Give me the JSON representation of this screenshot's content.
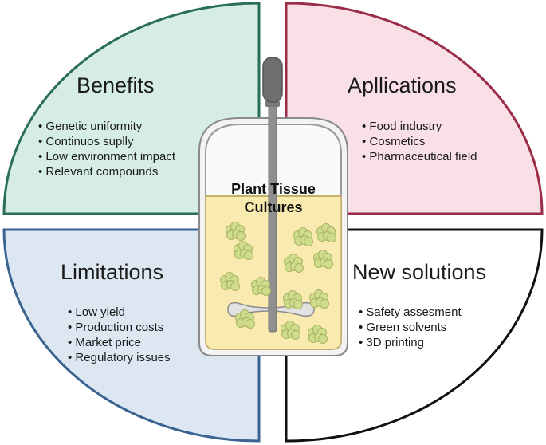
{
  "quadrants": {
    "benefits": {
      "title": "Benefits",
      "items": [
        "Genetic uniformity",
        "Continuos suplly",
        "Low environment impact",
        "Relevant compounds"
      ],
      "fill": "#d6ede6",
      "stroke": "#2a6e5a"
    },
    "applications": {
      "title": "Apllications",
      "items": [
        "Food industry",
        "Cosmetics",
        "Pharmaceutical field"
      ],
      "fill": "#f9e0e6",
      "stroke": "#9b2c48"
    },
    "limitations": {
      "title": "Limitations",
      "items": [
        "Low yield",
        "Production costs",
        "Market price",
        "Regulatory issues"
      ],
      "fill": "#dde7f2",
      "stroke": "#3a6391"
    },
    "new_solutions": {
      "title": "New solutions",
      "items": [
        "Safety assesment",
        "Green solvents",
        "3D printing"
      ],
      "fill": "#ffffff",
      "stroke": "#111111"
    }
  },
  "center": {
    "title_line1": "Plant Tissue",
    "title_line2": "Cultures",
    "medium_color": "#f9eab0",
    "callus_color": "#cfdc8c",
    "icon": "bioreactor-icon"
  }
}
